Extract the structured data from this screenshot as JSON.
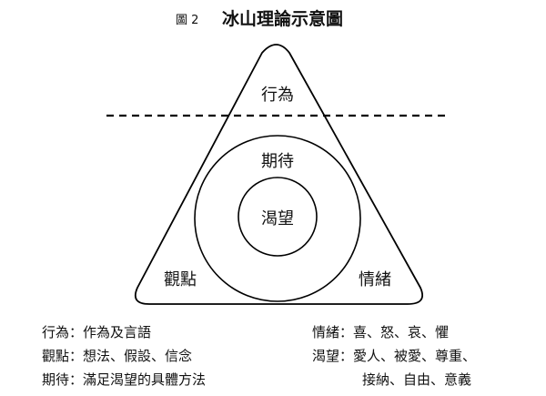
{
  "figure": {
    "label": "圖 2",
    "title": "冰山理論示意圖"
  },
  "diagram": {
    "top": "行為",
    "ring": "期待",
    "core": "渴望",
    "left": "觀點",
    "right": "情緒"
  },
  "legend": {
    "left": [
      "行為：作為及言語",
      "觀點：想法、假設、信念",
      "期待：滿足渴望的具體方法"
    ],
    "right": [
      "情緒：喜、怒、哀、懼",
      "渴望：愛人、被愛、尊重、",
      "接納、自由、意義"
    ]
  },
  "colors": {
    "stroke": "#000000",
    "text": "#111111",
    "background": "#ffffff"
  }
}
